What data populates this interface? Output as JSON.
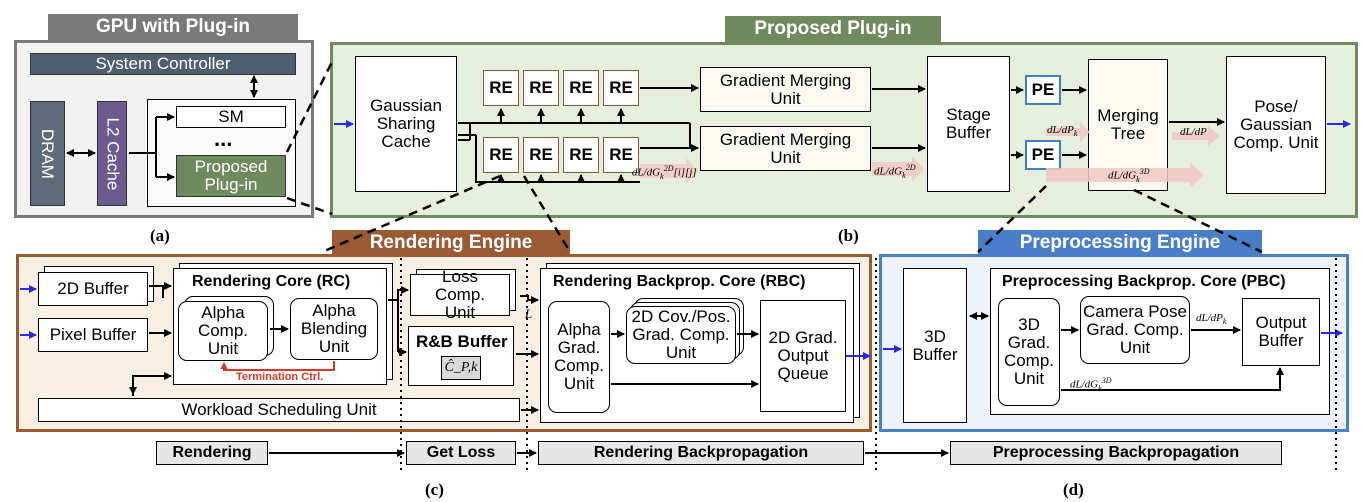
{
  "gpu": {
    "title": "GPU with Plug-in",
    "system_controller": "System Controller",
    "dram": "DRAM",
    "l2_cache": "L2 Cache",
    "sm": "SM",
    "dots": "...",
    "plugin": "Proposed Plug-in",
    "caption": "(a)"
  },
  "plugin": {
    "title": "Proposed Plug-in",
    "gaussian_cache": "Gaussian Sharing Cache",
    "re_label": "RE",
    "gmu_top": "Gradient Merging Unit",
    "gmu_bottom": "Gradient Merging Unit",
    "stage_buffer": "Stage Buffer",
    "pe_label": "PE",
    "merging_tree": "Merging Tree",
    "pose_unit": "Pose/ Gaussian Comp. Unit",
    "caption": "(b)",
    "math": {
      "re_out": "dL/dG_k^2D[i][j]",
      "gmu_out": "dL/dG_k^2D",
      "pe_top": "dL/dP_k",
      "pe_bottom": "dL/dG_k^3D",
      "tree_out": "dL/dP"
    }
  },
  "rendering_engine": {
    "title": "Rendering Engine",
    "buffer_2d": "2D Buffer",
    "pixel_buffer": "Pixel Buffer",
    "rc_title": "Rendering Core (RC)",
    "alpha_comp": "Alpha Comp. Unit",
    "alpha_blend": "Alpha Blending Unit",
    "termination": "Termination Ctrl.",
    "workload": "Workload Scheduling Unit",
    "loss_comp": "Loss Comp. Unit",
    "loss_symbol": "L",
    "rb_buffer": "R&B Buffer",
    "rb_symbol": "Ĉ_P,k",
    "rbc_title": "Rendering Backprop. Core (RBC)",
    "alpha_grad": "Alpha Grad. Comp. Unit",
    "cov_grad": "2D Cov./Pos. Grad. Comp. Unit",
    "output_queue": "2D Grad. Output Queue",
    "caption": "(c)"
  },
  "preprocessing_engine": {
    "title": "Preprocessing Engine",
    "buffer_3d": "3D Buffer",
    "pbc_title": "Preprocessing Backprop. Core (PBC)",
    "grad_3d": "3D Grad. Comp. Unit",
    "camera_pose": "Camera Pose Grad. Comp. Unit",
    "output_buffer": "Output Buffer",
    "math_pk": "dL/dP_k",
    "math_g3d": "dL/dG_k^3D",
    "caption": "(d)"
  },
  "phases": {
    "rendering": "Rendering",
    "get_loss": "Get Loss",
    "rendering_bp": "Rendering Backpropagation",
    "preprocessing_bp": "Preprocessing Backpropagation"
  },
  "colors": {
    "gpu_gray": "#7a7a7a",
    "controller": "#4f5f6f",
    "dram": "#5f6b78",
    "l2": "#6b5b8f",
    "plugin_green": "#6f8a5c",
    "plugin_bg": "#e6efdb",
    "render_brown": "#9a5a34",
    "render_bg": "#f7efe3",
    "preproc_blue": "#4a7fc8",
    "preproc_bg": "#eef3fa",
    "arrow_blue": "#2a2ad8",
    "term_red": "#d23a2a",
    "grad_pink": "#f2c9c4"
  }
}
